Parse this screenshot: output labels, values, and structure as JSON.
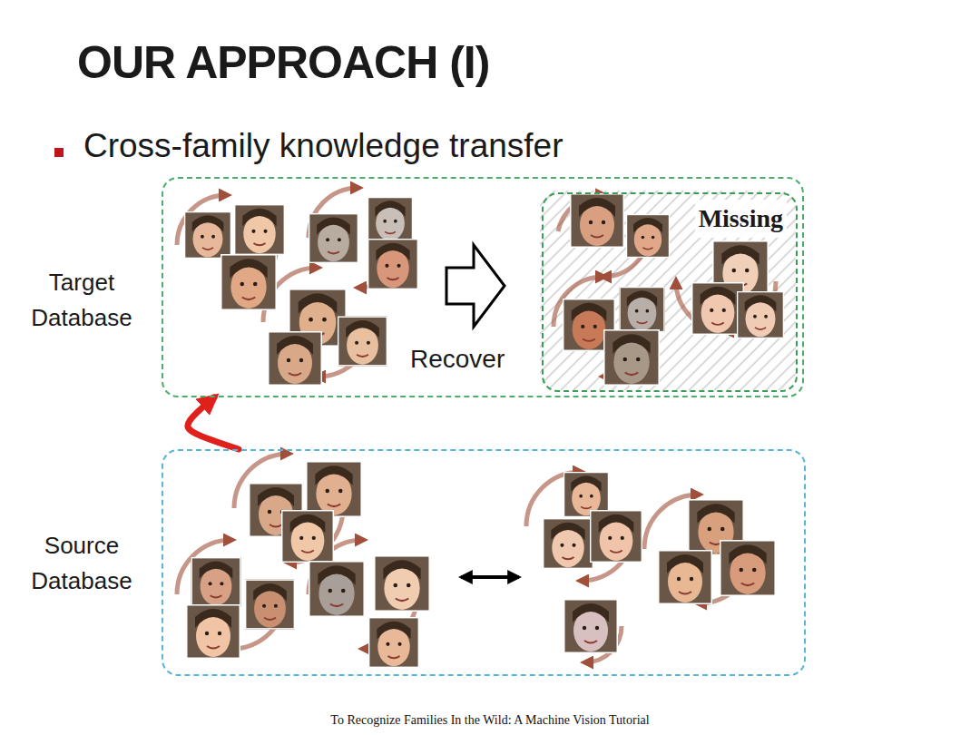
{
  "diagram": {
    "title": "OUR APPROACH (I)",
    "caption": "To Recognize Families In the Wild: A Machine Vision Tutorial",
    "nodes": [
      {
        "text": [
          "Target Database"
        ]
      },
      {
        "text": [
          "Missing"
        ],
        "in": 0
      },
      {
        "text": [
          "Source Database"
        ]
      }
    ],
    "edges": [
      {
        "from": 2,
        "to": 0,
        "arrow": "to"
      }
    ],
    "labels": [
      "Cross-family knowledge transfer",
      "Recover"
    ]
  }
}
